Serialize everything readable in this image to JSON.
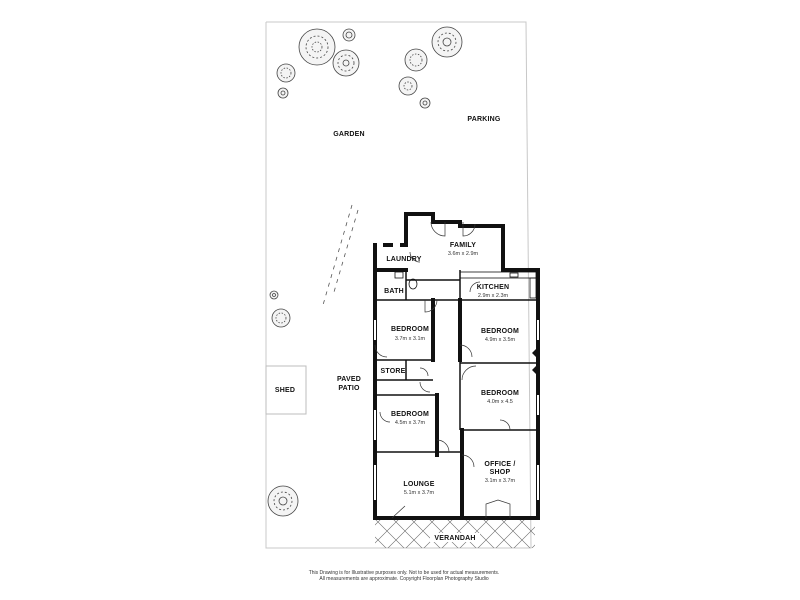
{
  "rooms": {
    "garden": "GARDEN",
    "parking": "PARKING",
    "family": {
      "label": "FAMILY",
      "size": "3.6m x 2.9m"
    },
    "laundry": "LAUNDRY",
    "kitchen": {
      "label": "KITCHEN",
      "size": "2.9m x 2.3m"
    },
    "bath": "BATH",
    "bedroom1": {
      "label": "BEDROOM",
      "size": "3.7m x 3.1m"
    },
    "bedroom2": {
      "label": "BEDROOM",
      "size": "4.9m x 3.5m"
    },
    "store": "STORE",
    "bedroom3": {
      "label": "BEDROOM",
      "size": "4.0m x 4.5"
    },
    "paved_patio": [
      "PAVED",
      "PATIO"
    ],
    "shed": "SHED",
    "bedroom4": {
      "label": "BEDROOM",
      "size": "4.5m x 3.7m"
    },
    "office_shop": {
      "label": [
        "OFFICE /",
        "SHOP"
      ],
      "size": "3.1m x 3.7m"
    },
    "lounge": {
      "label": "LOUNGE",
      "size": "5.1m x 3.7m"
    },
    "verandah": "VERANDAH"
  },
  "disclaimer": [
    "This Drawing is for Illustrative purposes only. Not to be used for actual measurements.",
    "All measurements are approximate. Copyright Floorplan Photography Studio"
  ],
  "colors": {
    "wall": "#111111",
    "site_boundary": "#c8c8c8",
    "hatch": "#555555"
  }
}
